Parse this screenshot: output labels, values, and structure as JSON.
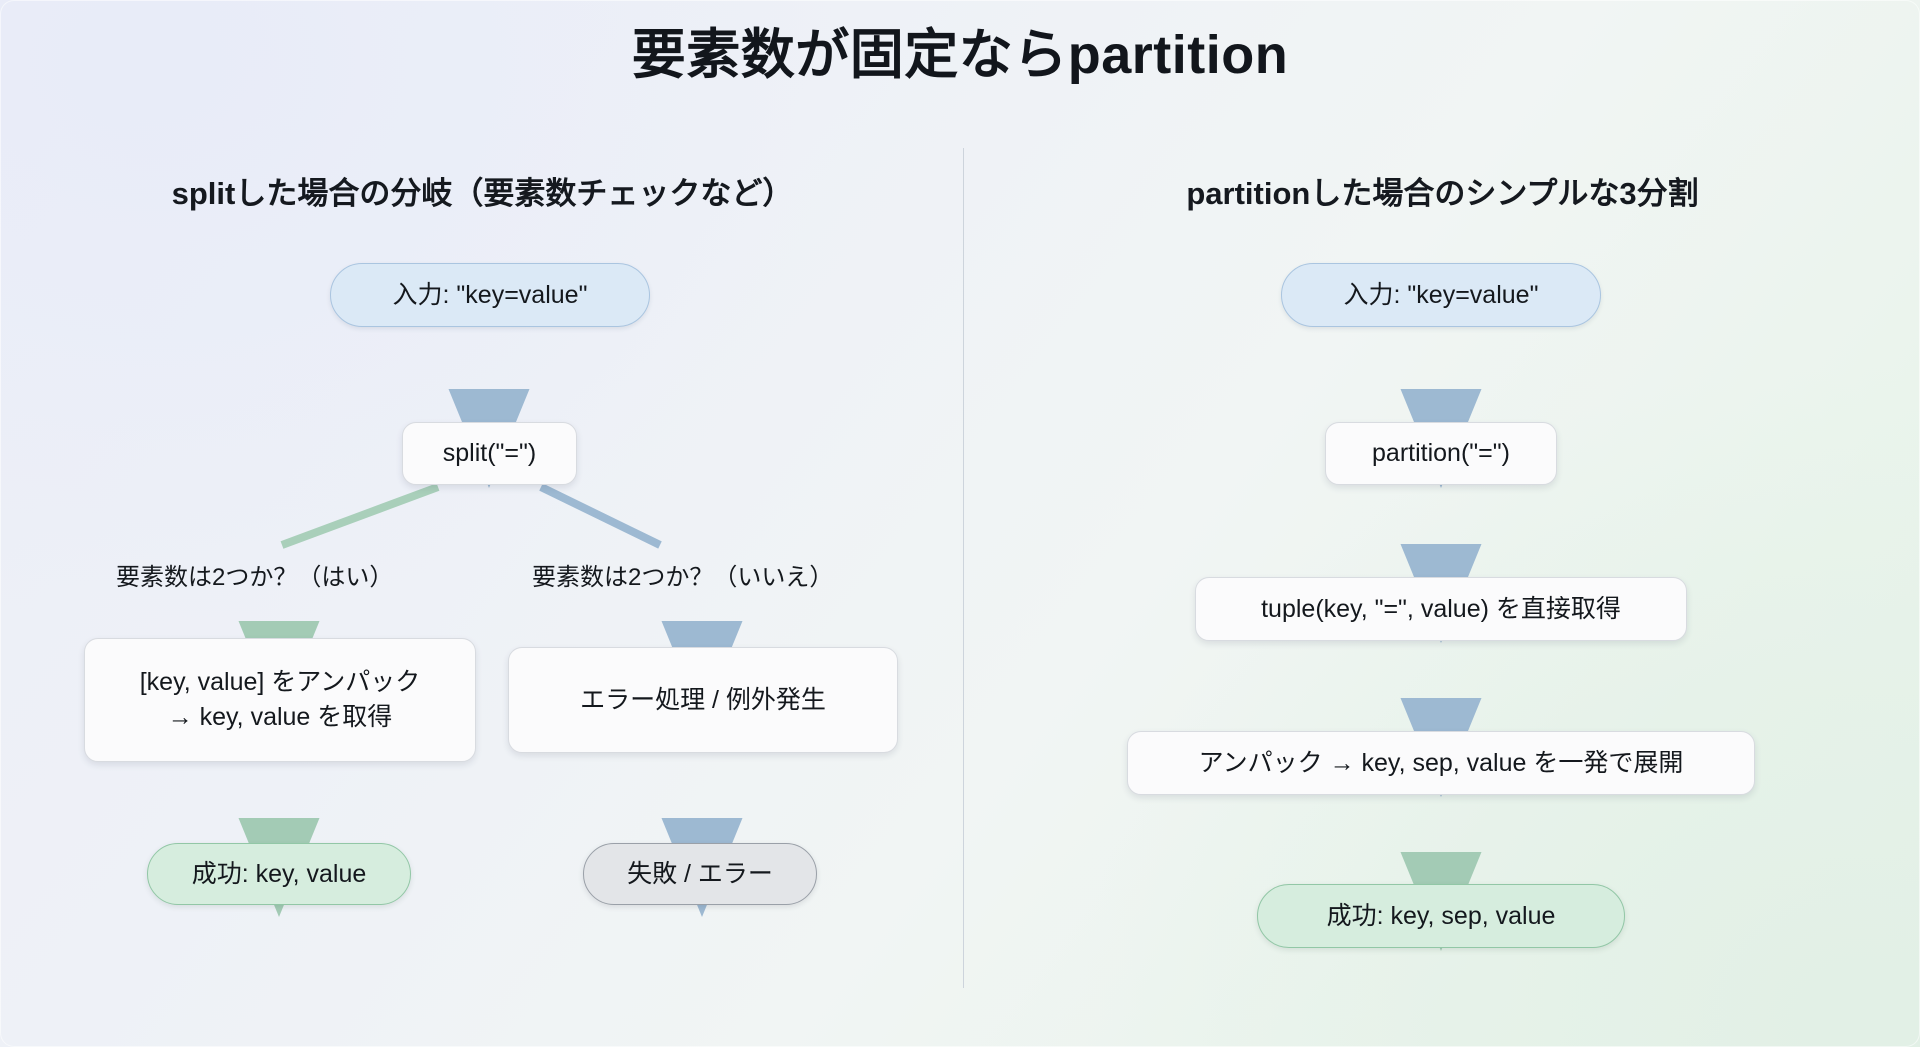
{
  "title": "要素数が固定ならpartition",
  "colors": {
    "accent_blue": "#dbe9f6",
    "accent_blue_border": "#aac5e0",
    "accent_green": "#d6edde",
    "accent_green_border": "#92c7a6",
    "accent_gray": "#e3e5e8",
    "accent_gray_border": "#9aa0a8",
    "node_white": "#fbfbfc",
    "arrow_blue": "#9db9d2",
    "arrow_green": "#a9cfba",
    "text": "#14181d",
    "divider": "#cdd4dc"
  },
  "left": {
    "heading": "splitした場合の分岐（要素数チェックなど）",
    "nodes": {
      "input": "入力: \"key=value\"",
      "split": "split(\"=\")",
      "unpack_line1": "[key, value] をアンパック",
      "unpack_line2": "→ key, value を取得",
      "error": "エラー処理 / 例外発生",
      "success": "成功: key, value",
      "failure": "失敗 / エラー"
    },
    "edge_labels": {
      "yes": "要素数は2つか？（はい）",
      "no": "要素数は2つか？（いいえ）"
    }
  },
  "right": {
    "heading": "partitionした場合のシンプルな3分割",
    "nodes": {
      "input": "入力: \"key=value\"",
      "partition": "partition(\"=\")",
      "tuple": "tuple(key, \"=\", value) を直接取得",
      "unpack": "アンパック → key, sep, value を一発で展開",
      "success": "成功: key, sep, value"
    }
  }
}
